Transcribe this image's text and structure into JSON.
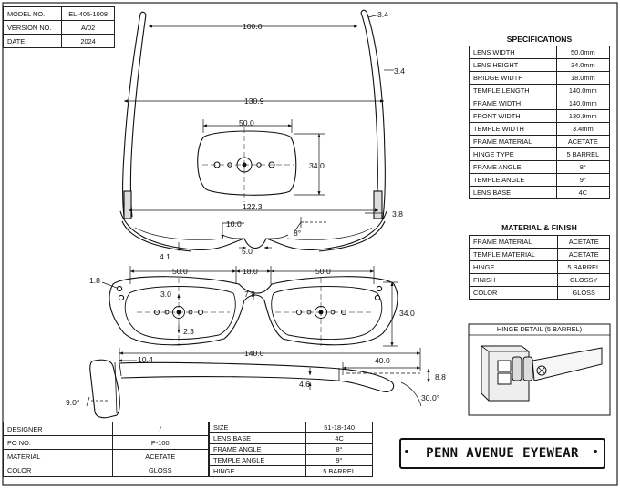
{
  "title_block": [
    {
      "label": "MODEL NO.",
      "value": "EL-405-1008"
    },
    {
      "label": "VERSION NO.",
      "value": "A/02"
    },
    {
      "label": "DATE",
      "value": "2024"
    }
  ],
  "specifications": {
    "title": "SPECIFICATIONS",
    "rows": [
      {
        "label": "LENS WIDTH",
        "value": "50.0mm"
      },
      {
        "label": "LENS HEIGHT",
        "value": "34.0mm"
      },
      {
        "label": "BRIDGE WIDTH",
        "value": "18.0mm"
      },
      {
        "label": "TEMPLE LENGTH",
        "value": "140.0mm"
      },
      {
        "label": "FRAME WIDTH",
        "value": "140.0mm"
      },
      {
        "label": "FRONT WIDTH",
        "value": "130.9mm"
      },
      {
        "label": "TEMPLE WIDTH",
        "value": "3.4mm"
      },
      {
        "label": "FRAME MATERIAL",
        "value": "ACETATE"
      },
      {
        "label": "HINGE TYPE",
        "value": "5 BARREL"
      },
      {
        "label": "FRAME ANGLE",
        "value": "8°"
      },
      {
        "label": "TEMPLE ANGLE",
        "value": "9°"
      },
      {
        "label": "LENS BASE",
        "value": "4C"
      }
    ]
  },
  "material_finish": {
    "title": "MATERIAL & FINISH",
    "rows": [
      {
        "label": "FRAME MATERIAL",
        "value": "ACETATE"
      },
      {
        "label": "TEMPLE MATERIAL",
        "value": "ACETATE"
      },
      {
        "label": "HINGE",
        "value": "5 BARREL"
      },
      {
        "label": "FINISH",
        "value": "GLOSSY"
      },
      {
        "label": "COLOR",
        "value": "GLOSS"
      }
    ]
  },
  "hinge_detail_title": "HINGE DETAIL (5 BARREL)",
  "bottom_left": [
    {
      "label": "DESIGNER",
      "value": "/"
    },
    {
      "label": "PO NO.",
      "value": "P-100"
    },
    {
      "label": "MATERIAL",
      "value": "ACETATE"
    },
    {
      "label": "COLOR",
      "value": "GLOSS"
    }
  ],
  "bottom_mid": [
    {
      "label": "SIZE",
      "value": "51-18-140"
    },
    {
      "label": "LENS BASE",
      "value": "4C"
    },
    {
      "label": "FRAME ANGLE",
      "value": "8°"
    },
    {
      "label": "TEMPLE ANGLE",
      "value": "9°"
    },
    {
      "label": "HINGE",
      "value": "5 BARREL"
    }
  ],
  "brand": "PENN AVENUE EYEWEAR",
  "dimensions": {
    "top_temple_span": "100.0",
    "temple_width_top": "3.4",
    "temple_width_side": "3.4",
    "front_width": "130.9",
    "lens_width_top": "50.0",
    "lens_height_top": "34.0",
    "hinge_span": "122.3",
    "hinge_offset": "3.8",
    "nose_pad": "10.0",
    "frame_angle": "8°",
    "bridge_gap": "5.0",
    "rim_edge": "4.1",
    "lens_left": "50.0",
    "bridge": "18.0",
    "lens_right": "50.0",
    "rivet": "1.8",
    "pupil_offset": "3.0",
    "bridge_height": "7.9",
    "lens_height_front": "34.0",
    "lens_drop": "2.3",
    "temple_length": "140.0",
    "hinge_back": "10.4",
    "tip_length": "40.0",
    "tip_height": "8.8",
    "temple_thickness": "4.6",
    "tip_angle": "30.0°",
    "pantoscopic": "9.0°"
  }
}
